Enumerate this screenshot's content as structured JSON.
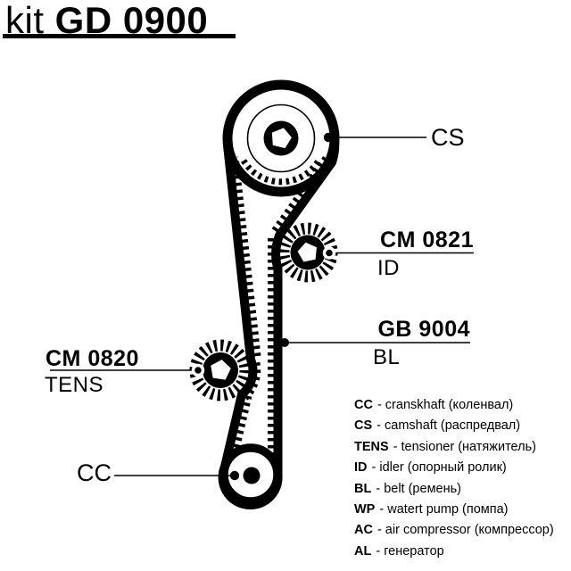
{
  "title": {
    "prefix": "kit",
    "code": "GD 0900"
  },
  "diagram": {
    "labels": {
      "camshaft_abbr": "CS",
      "crankshaft_abbr": "CC",
      "idler_part": "CM 0821",
      "idler_abbr": "ID",
      "belt_part": "GB 9004",
      "belt_abbr": "BL",
      "tensioner_part": "CM 0820",
      "tensioner_abbr": "TENS"
    }
  },
  "legend": {
    "items": [
      {
        "abbr": "CC",
        "desc": "- cranskhaft (коленвал)"
      },
      {
        "abbr": "CS",
        "desc": "- camshaft (распредвал)"
      },
      {
        "abbr": "TENS",
        "desc": "- tensioner (натяжитель)"
      },
      {
        "abbr": "ID",
        "desc": "- idler (опорный ролик)"
      },
      {
        "abbr": "BL",
        "desc": "- belt (ремень)"
      },
      {
        "abbr": "WP",
        "desc": "- watert pump (помпа)"
      },
      {
        "abbr": "AC",
        "desc": "- air compressor (компрессор)"
      },
      {
        "abbr": "AL",
        "desc": "- генератор"
      }
    ]
  },
  "colors": {
    "ink": "#000000",
    "background": "#ffffff"
  }
}
